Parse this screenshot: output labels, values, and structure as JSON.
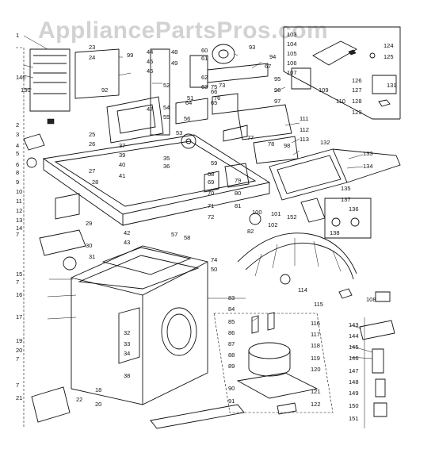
{
  "watermark": "AppliancePartsPros.com",
  "labels": [
    {
      "id": "l1",
      "text": "1"
    },
    {
      "id": "l2",
      "text": "2"
    },
    {
      "id": "l3",
      "text": "3"
    },
    {
      "id": "l4",
      "text": "4"
    },
    {
      "id": "l5",
      "text": "5"
    },
    {
      "id": "l6",
      "text": "6"
    },
    {
      "id": "l7a",
      "text": "7"
    },
    {
      "id": "l7b",
      "text": "7"
    },
    {
      "id": "l7c",
      "text": "7"
    },
    {
      "id": "l7d",
      "text": "7"
    },
    {
      "id": "l8",
      "text": "8"
    },
    {
      "id": "l9",
      "text": "9"
    },
    {
      "id": "l10",
      "text": "10"
    },
    {
      "id": "l11",
      "text": "11"
    },
    {
      "id": "l12",
      "text": "12"
    },
    {
      "id": "l13",
      "text": "13"
    },
    {
      "id": "l14",
      "text": "14"
    },
    {
      "id": "l15",
      "text": "15"
    },
    {
      "id": "l16",
      "text": "16"
    },
    {
      "id": "l17",
      "text": "17"
    },
    {
      "id": "l18",
      "text": "18"
    },
    {
      "id": "l19",
      "text": "19"
    },
    {
      "id": "l20a",
      "text": "20"
    },
    {
      "id": "l20b",
      "text": "20"
    },
    {
      "id": "l21",
      "text": "21"
    },
    {
      "id": "l22",
      "text": "22"
    },
    {
      "id": "l23",
      "text": "23"
    },
    {
      "id": "l24",
      "text": "24"
    },
    {
      "id": "l25",
      "text": "25"
    },
    {
      "id": "l26",
      "text": "26"
    },
    {
      "id": "l27",
      "text": "27"
    },
    {
      "id": "l28",
      "text": "28"
    },
    {
      "id": "l29",
      "text": "29"
    },
    {
      "id": "l30",
      "text": "30"
    },
    {
      "id": "l31",
      "text": "31"
    },
    {
      "id": "l32",
      "text": "32"
    },
    {
      "id": "l33",
      "text": "33"
    },
    {
      "id": "l34",
      "text": "34"
    },
    {
      "id": "l35",
      "text": "35"
    },
    {
      "id": "l36",
      "text": "36"
    },
    {
      "id": "l37",
      "text": "37"
    },
    {
      "id": "l38",
      "text": "38"
    },
    {
      "id": "l39",
      "text": "39"
    },
    {
      "id": "l40",
      "text": "40"
    },
    {
      "id": "l41",
      "text": "41"
    },
    {
      "id": "l42",
      "text": "42"
    },
    {
      "id": "l43",
      "text": "43"
    },
    {
      "id": "l44",
      "text": "44"
    },
    {
      "id": "l45",
      "text": "45"
    },
    {
      "id": "l46",
      "text": "46"
    },
    {
      "id": "l47",
      "text": "47"
    },
    {
      "id": "l48",
      "text": "48"
    },
    {
      "id": "l49",
      "text": "49"
    },
    {
      "id": "l50",
      "text": "50"
    },
    {
      "id": "l51",
      "text": "51"
    },
    {
      "id": "l52",
      "text": "52"
    },
    {
      "id": "l53",
      "text": "53"
    },
    {
      "id": "l54",
      "text": "54"
    },
    {
      "id": "l55",
      "text": "55"
    },
    {
      "id": "l56",
      "text": "56"
    },
    {
      "id": "l57",
      "text": "57"
    },
    {
      "id": "l58",
      "text": "58"
    },
    {
      "id": "l59",
      "text": "59"
    },
    {
      "id": "l60",
      "text": "60"
    },
    {
      "id": "l61",
      "text": "61"
    },
    {
      "id": "l62",
      "text": "62"
    },
    {
      "id": "l63",
      "text": "63"
    },
    {
      "id": "l64",
      "text": "64"
    },
    {
      "id": "l65",
      "text": "65"
    },
    {
      "id": "l66",
      "text": "66"
    },
    {
      "id": "l67",
      "text": "67"
    },
    {
      "id": "l68",
      "text": "68"
    },
    {
      "id": "l69",
      "text": "69"
    },
    {
      "id": "l70",
      "text": "70"
    },
    {
      "id": "l71",
      "text": "71"
    },
    {
      "id": "l72",
      "text": "72"
    },
    {
      "id": "l73",
      "text": "73"
    },
    {
      "id": "l74",
      "text": "74"
    },
    {
      "id": "l75",
      "text": "75"
    },
    {
      "id": "l76",
      "text": "76"
    },
    {
      "id": "l77",
      "text": "77"
    },
    {
      "id": "l78",
      "text": "78"
    },
    {
      "id": "l79",
      "text": "79"
    },
    {
      "id": "l80",
      "text": "80"
    },
    {
      "id": "l81",
      "text": "81"
    },
    {
      "id": "l82",
      "text": "82"
    },
    {
      "id": "l83",
      "text": "83"
    },
    {
      "id": "l84",
      "text": "84"
    },
    {
      "id": "l85",
      "text": "85"
    },
    {
      "id": "l86",
      "text": "86"
    },
    {
      "id": "l87",
      "text": "87"
    },
    {
      "id": "l88",
      "text": "88"
    },
    {
      "id": "l89",
      "text": "89"
    },
    {
      "id": "l90",
      "text": "90"
    },
    {
      "id": "l91",
      "text": "91"
    },
    {
      "id": "l92",
      "text": "92"
    },
    {
      "id": "l93",
      "text": "93"
    },
    {
      "id": "l94",
      "text": "94"
    },
    {
      "id": "l95",
      "text": "95"
    },
    {
      "id": "l96",
      "text": "96"
    },
    {
      "id": "l97",
      "text": "97"
    },
    {
      "id": "l98",
      "text": "98"
    },
    {
      "id": "l99",
      "text": "99"
    },
    {
      "id": "l100",
      "text": "100"
    },
    {
      "id": "l101",
      "text": "101"
    },
    {
      "id": "l102",
      "text": "102"
    },
    {
      "id": "l103",
      "text": "103"
    },
    {
      "id": "l104",
      "text": "104"
    },
    {
      "id": "l105",
      "text": "105"
    },
    {
      "id": "l106",
      "text": "106"
    },
    {
      "id": "l107",
      "text": "107"
    },
    {
      "id": "l108",
      "text": "108"
    },
    {
      "id": "l109",
      "text": "109"
    },
    {
      "id": "l110",
      "text": "110"
    },
    {
      "id": "l111",
      "text": "111"
    },
    {
      "id": "l112",
      "text": "112"
    },
    {
      "id": "l113",
      "text": "113"
    },
    {
      "id": "l114",
      "text": "114"
    },
    {
      "id": "l115",
      "text": "115"
    },
    {
      "id": "l116",
      "text": "116"
    },
    {
      "id": "l117",
      "text": "117"
    },
    {
      "id": "l118",
      "text": "118"
    },
    {
      "id": "l119",
      "text": "119"
    },
    {
      "id": "l120",
      "text": "120"
    },
    {
      "id": "l121",
      "text": "121"
    },
    {
      "id": "l122",
      "text": "122"
    },
    {
      "id": "l124",
      "text": "124"
    },
    {
      "id": "l125",
      "text": "125"
    },
    {
      "id": "l126",
      "text": "126"
    },
    {
      "id": "l127",
      "text": "127"
    },
    {
      "id": "l128",
      "text": "128"
    },
    {
      "id": "l129",
      "text": "129"
    },
    {
      "id": "l130",
      "text": "130"
    },
    {
      "id": "l131",
      "text": "131"
    },
    {
      "id": "l132",
      "text": "132"
    },
    {
      "id": "l133",
      "text": "133"
    },
    {
      "id": "l134",
      "text": "134"
    },
    {
      "id": "l135",
      "text": "135"
    },
    {
      "id": "l136",
      "text": "136"
    },
    {
      "id": "l137",
      "text": "137"
    },
    {
      "id": "l138",
      "text": "138"
    },
    {
      "id": "l140",
      "text": "140"
    },
    {
      "id": "l143",
      "text": "143"
    },
    {
      "id": "l144",
      "text": "144"
    },
    {
      "id": "l145",
      "text": "145"
    },
    {
      "id": "l146",
      "text": "146"
    },
    {
      "id": "l147",
      "text": "147"
    },
    {
      "id": "l148",
      "text": "148"
    },
    {
      "id": "l149",
      "text": "149"
    },
    {
      "id": "l150",
      "text": "150"
    },
    {
      "id": "l151",
      "text": "151"
    },
    {
      "id": "l152",
      "text": "152"
    }
  ]
}
